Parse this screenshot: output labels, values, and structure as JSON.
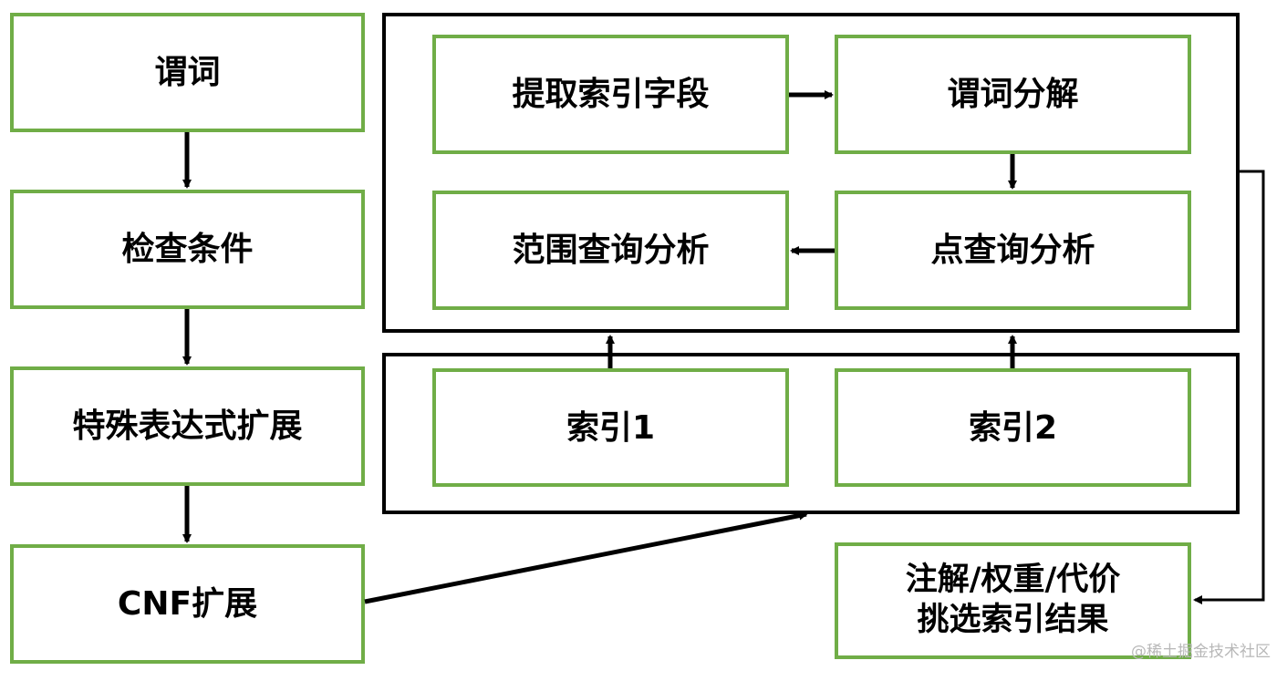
{
  "left_flow": {
    "predicate": "谓词",
    "check_conditions": "检查条件",
    "special_expression_expansion": "特殊表达式扩展",
    "cnf_expansion": "CNF扩展"
  },
  "analysis_group": {
    "extract_index_fields": "提取索引字段",
    "predicate_decomposition": "谓词分解",
    "range_query_analysis": "范围查询分析",
    "point_query_analysis": "点查询分析"
  },
  "index_group": {
    "index1": "索引1",
    "index2": "索引2"
  },
  "result": {
    "line1": "注解/权重/代价",
    "line2": "挑选索引结果"
  },
  "watermark": "@稀土掘金技术社区",
  "colors": {
    "node_border": "#70ad47",
    "group_border": "#000000",
    "arrow": "#000000"
  }
}
